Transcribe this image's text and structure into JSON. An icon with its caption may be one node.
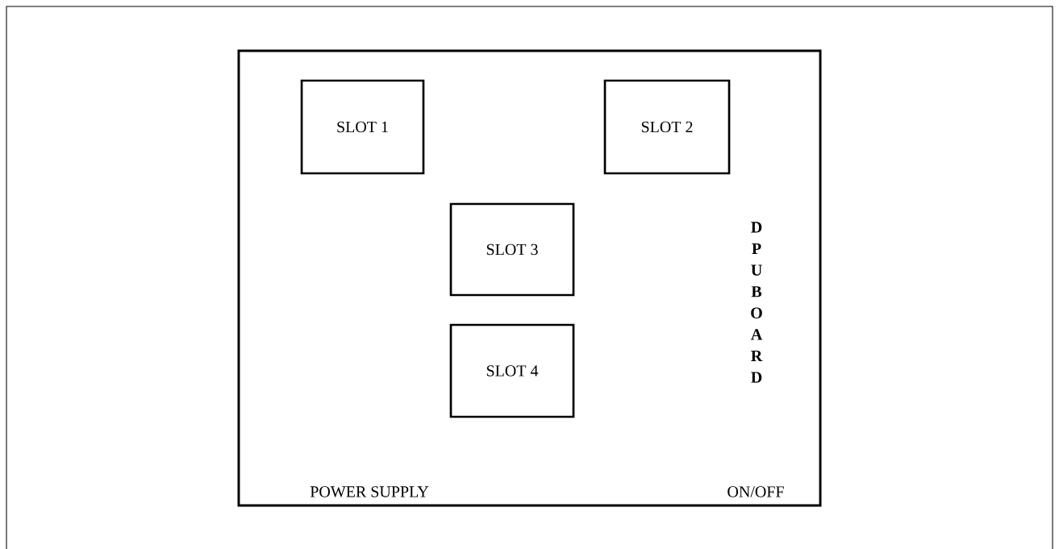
{
  "diagram": {
    "nodes": [
      {
        "text": [
          "DPU BOARD",
          "POWER SUPPLY",
          "ON/OFF"
        ]
      },
      {
        "text": [
          "SLOT 1"
        ],
        "in": 0
      },
      {
        "text": [
          "SLOT 2"
        ],
        "in": 0
      },
      {
        "text": [
          "SLOT 3"
        ],
        "in": 0
      },
      {
        "text": [
          "SLOT 4"
        ],
        "in": 0
      }
    ]
  }
}
